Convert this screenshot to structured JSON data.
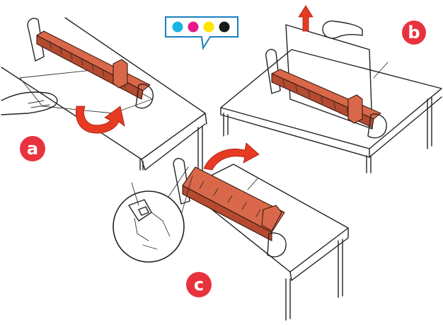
{
  "steps": [
    {
      "label": "a"
    },
    {
      "label": "b"
    },
    {
      "label": "c"
    }
  ],
  "colors": {
    "drum": "#d9684a",
    "drum_dark": "#b44a30",
    "arrow": "#e63a23",
    "badge": "#e8333e",
    "toner_cyan": "#1ab3e6",
    "toner_magenta": "#e6198c",
    "toner_yellow": "#ffe400",
    "toner_black": "#1a1a1a",
    "callout_border": "#1a7fc1"
  },
  "toner_callout": {
    "dots": [
      "cyan",
      "magenta",
      "yellow",
      "black"
    ]
  },
  "icons": [
    "arrow-up-icon",
    "curved-arrow-icon",
    "toner-callout-icon"
  ]
}
